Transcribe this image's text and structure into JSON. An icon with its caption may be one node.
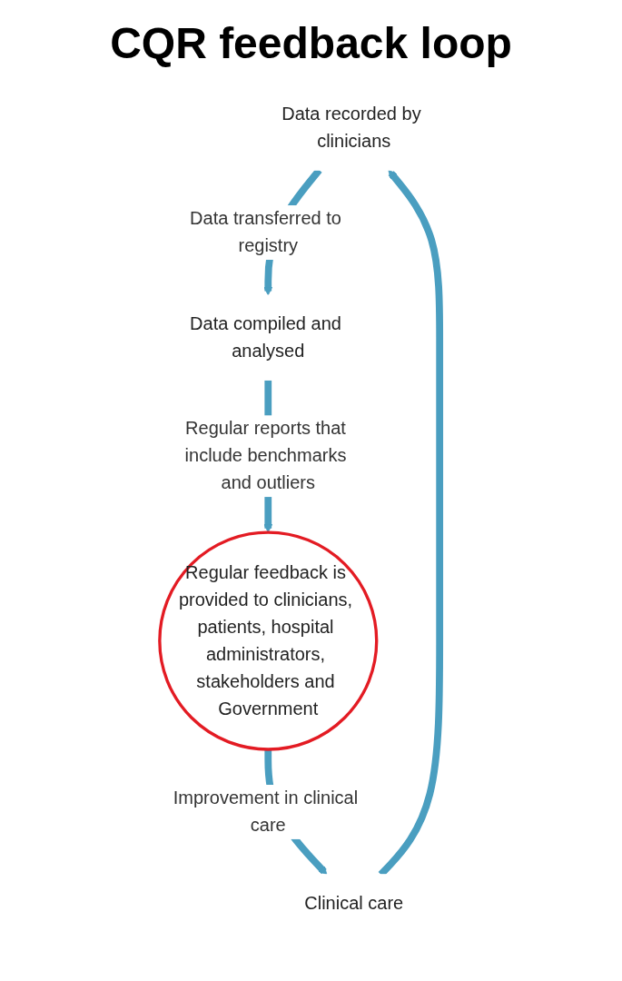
{
  "diagram": {
    "title": "CQR feedback loop",
    "nodes": [
      {
        "text": [
          "Data recorded by clinicians"
        ]
      },
      {
        "text": [
          "Data compiled and analysed"
        ]
      },
      {
        "text": [
          "Regular feedback is provided to clinicians, patients, hospital administrators, stakeholders and Government"
        ]
      },
      {
        "text": [
          "Clinical care"
        ]
      }
    ],
    "edges": [
      {
        "from": 3,
        "to": 0,
        "arrow": "to"
      },
      {
        "from": 0,
        "to": 1,
        "arrow": "to",
        "label": "Data transferred to registry"
      },
      {
        "from": 1,
        "to": 2,
        "arrow": "to",
        "label": "Regular reports that include benchmarks and outliers"
      },
      {
        "from": 2,
        "to": 3,
        "arrow": "to",
        "label": "Improvement in clinical care"
      }
    ]
  }
}
